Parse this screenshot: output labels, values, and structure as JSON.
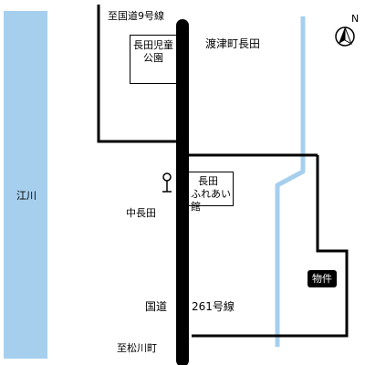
{
  "colors": {
    "road": "#000000",
    "water": "#a6cfee",
    "badge_bg": "#000000",
    "badge_text": "#ffffff"
  },
  "labels": {
    "to_route9": "至国道9号線",
    "park_line1": "長田児童",
    "park_line2": "公園",
    "district": "渡津町長田",
    "community_line1": "長田",
    "community_line2": "ふれあい館",
    "nakanagata": "中長田",
    "river": "江川",
    "property": "物件",
    "route261": "国道",
    "route261_num": "261号線",
    "to_matsukawa": "至松川町"
  },
  "icons": {
    "north": "north-arrow-icon",
    "bus_stop": "bus-stop-icon"
  }
}
